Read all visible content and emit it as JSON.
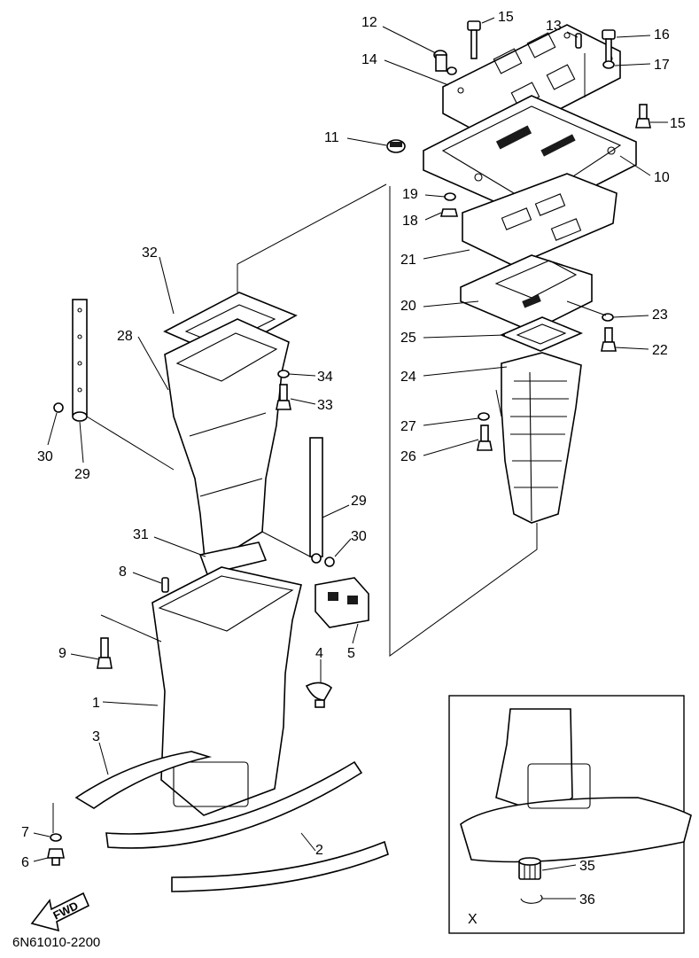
{
  "diagram": {
    "code": "6N61010-2200",
    "fwd_label": "FWD",
    "inset_label": "X",
    "callouts": [
      {
        "id": "c12",
        "text": "12"
      },
      {
        "id": "c15a",
        "text": "15"
      },
      {
        "id": "c13",
        "text": "13"
      },
      {
        "id": "c16",
        "text": "16"
      },
      {
        "id": "c14",
        "text": "14"
      },
      {
        "id": "c17",
        "text": "17"
      },
      {
        "id": "c15b",
        "text": "15"
      },
      {
        "id": "c11",
        "text": "11"
      },
      {
        "id": "c10",
        "text": "10"
      },
      {
        "id": "c19",
        "text": "19"
      },
      {
        "id": "c18",
        "text": "18"
      },
      {
        "id": "c21",
        "text": "21"
      },
      {
        "id": "c32",
        "text": "32"
      },
      {
        "id": "c20",
        "text": "20"
      },
      {
        "id": "c23",
        "text": "23"
      },
      {
        "id": "c28",
        "text": "28"
      },
      {
        "id": "c25",
        "text": "25"
      },
      {
        "id": "c22",
        "text": "22"
      },
      {
        "id": "c34",
        "text": "34"
      },
      {
        "id": "c24",
        "text": "24"
      },
      {
        "id": "c33",
        "text": "33"
      },
      {
        "id": "c27",
        "text": "27"
      },
      {
        "id": "c30a",
        "text": "30"
      },
      {
        "id": "c29a",
        "text": "29"
      },
      {
        "id": "c26",
        "text": "26"
      },
      {
        "id": "c29b",
        "text": "29"
      },
      {
        "id": "c31",
        "text": "31"
      },
      {
        "id": "c30b",
        "text": "30"
      },
      {
        "id": "c8",
        "text": "8"
      },
      {
        "id": "c9",
        "text": "9"
      },
      {
        "id": "c5",
        "text": "5"
      },
      {
        "id": "c4",
        "text": "4"
      },
      {
        "id": "c1",
        "text": "1"
      },
      {
        "id": "c3",
        "text": "3"
      },
      {
        "id": "c7",
        "text": "7"
      },
      {
        "id": "c6",
        "text": "6"
      },
      {
        "id": "c2",
        "text": "2"
      },
      {
        "id": "c35",
        "text": "35"
      },
      {
        "id": "c36",
        "text": "36"
      }
    ]
  }
}
